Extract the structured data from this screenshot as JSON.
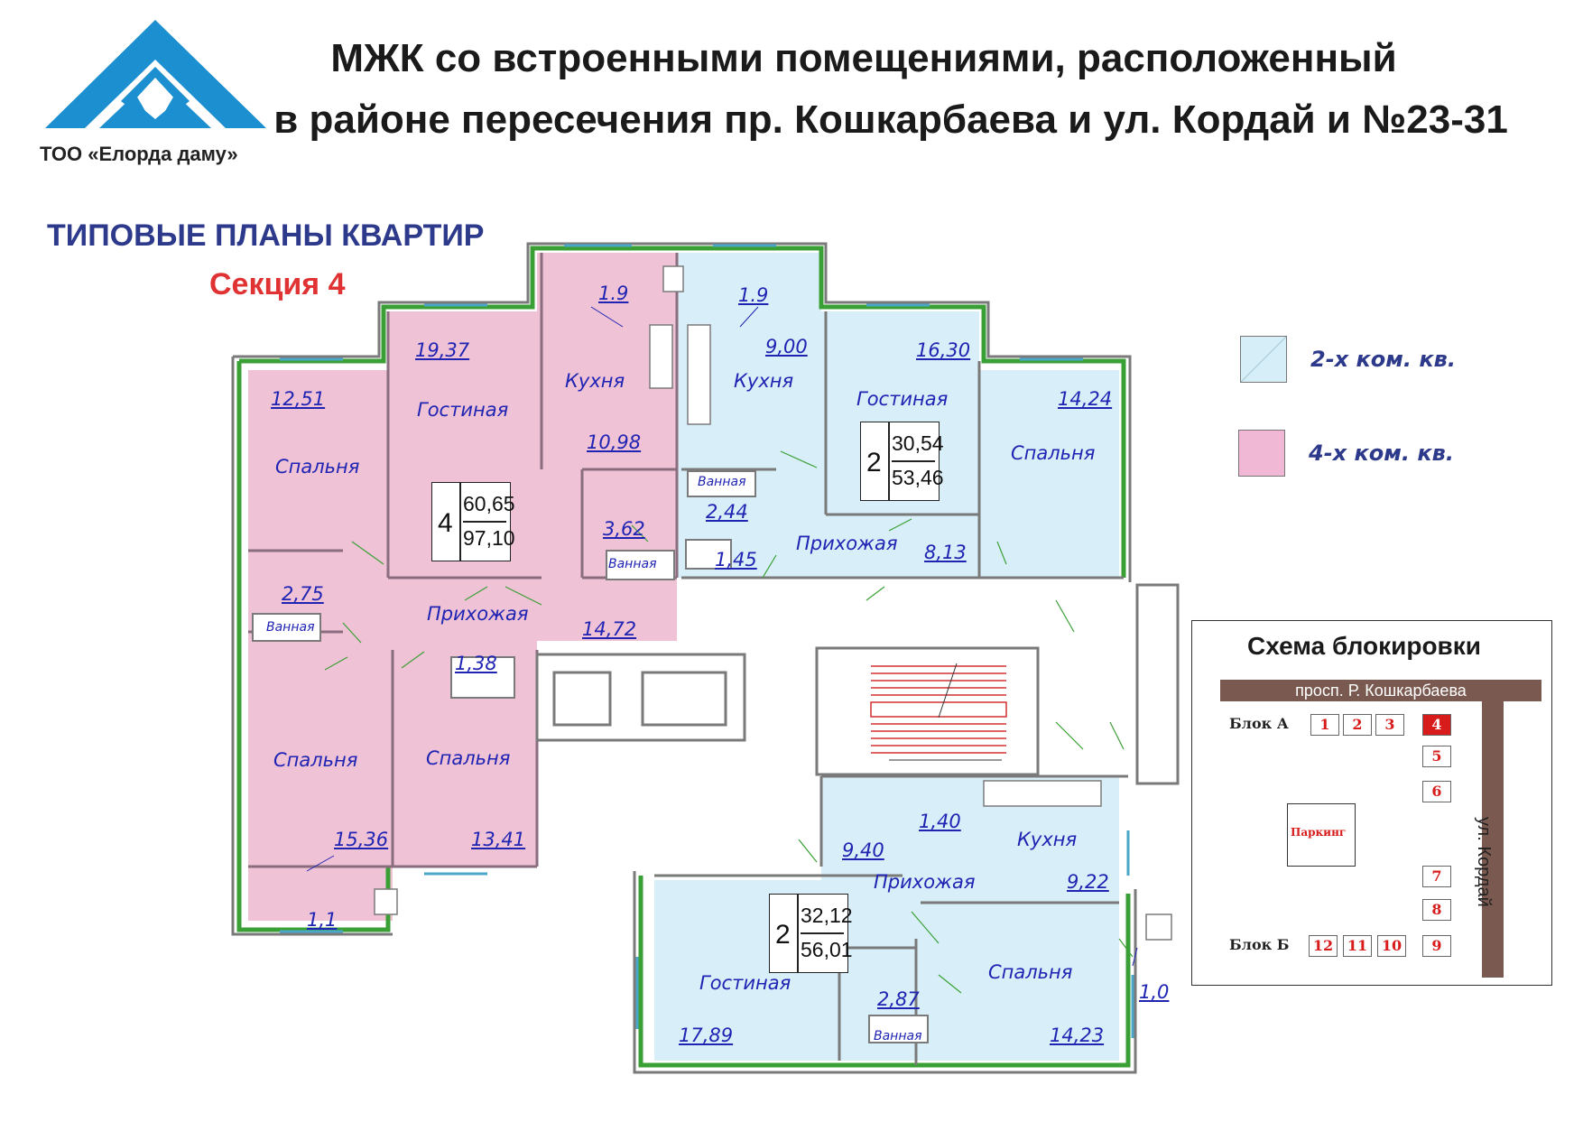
{
  "header": {
    "title_line1": "МЖК со встроенными помещениями, расположенный",
    "title_line2": "в районе пересечения пр. Кошкарбаева и ул. Кордай и №23-31",
    "company": "ТОО «Елорда даму»"
  },
  "subtitle": {
    "plans": "ТИПОВЫЕ ПЛАНЫ КВАРТИР",
    "section": "Секция 4"
  },
  "legend": {
    "two_room": "2-х ком. кв.",
    "four_room": "4-х ком. кв.",
    "two_room_color": "#d6eef8",
    "four_room_color": "#f0b8d4"
  },
  "apartments": {
    "four": {
      "rooms": "4",
      "living": "60,65",
      "total": "97,10"
    },
    "two_a": {
      "rooms": "2",
      "living": "30,54",
      "total": "53,46"
    },
    "two_b": {
      "rooms": "2",
      "living": "32,12",
      "total": "56,01"
    }
  },
  "rooms": {
    "kitchen": "Кухня",
    "living_room": "Гостиная",
    "bedroom": "Спальня",
    "hallway": "Прихожая",
    "bath": "Ванная"
  },
  "areas": {
    "a1": "1.9",
    "a2": "1.9",
    "a3": "19,37",
    "a4": "12,51",
    "a5": "10,98",
    "a6": "3,62",
    "a7": "9,00",
    "a8": "16,30",
    "a9": "14,24",
    "a10": "2,44",
    "a11": "1,45",
    "a12": "8,13",
    "a13": "2,75",
    "a14": "14,72",
    "a15": "1,38",
    "a16": "15,36",
    "a17": "13,41",
    "a18": "1,1",
    "a19": "1,40",
    "a20": "9,40",
    "a21": "9,22",
    "a22": "17,89",
    "a23": "2,87",
    "a24": "14,23",
    "a25": "1,0"
  },
  "schema": {
    "title": "Схема блокировки",
    "street1": "просп. Р. Кошкарбаева",
    "street2": "ул. Кордай",
    "block_a": "Блок А",
    "block_b": "Блок Б",
    "parking": "Паркинг",
    "a_sections": [
      "1",
      "2",
      "3",
      "4"
    ],
    "side_sections": [
      "5",
      "6",
      "7",
      "8"
    ],
    "b_sections": [
      "12",
      "11",
      "10",
      "9"
    ]
  }
}
